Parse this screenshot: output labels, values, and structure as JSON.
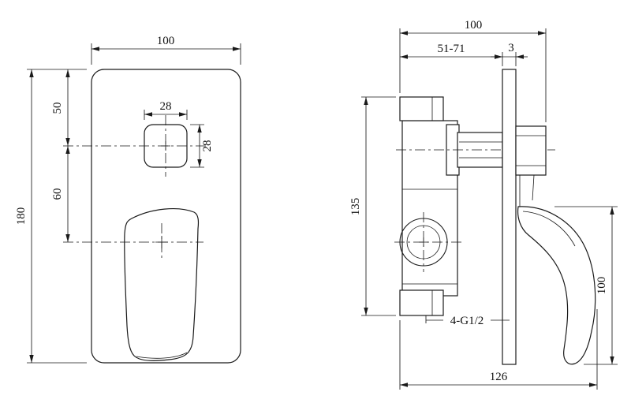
{
  "front_view": {
    "width": "100",
    "height": "180",
    "square_offset": "50",
    "handle_offset": "60",
    "square_width": "28",
    "square_height": "28"
  },
  "side_view": {
    "top_width": "100",
    "depth_range": "51-71",
    "plate_thickness": "3",
    "body_height": "135",
    "handle_height": "100",
    "thread_spec": "4-G1/2",
    "bottom_width": "126"
  }
}
